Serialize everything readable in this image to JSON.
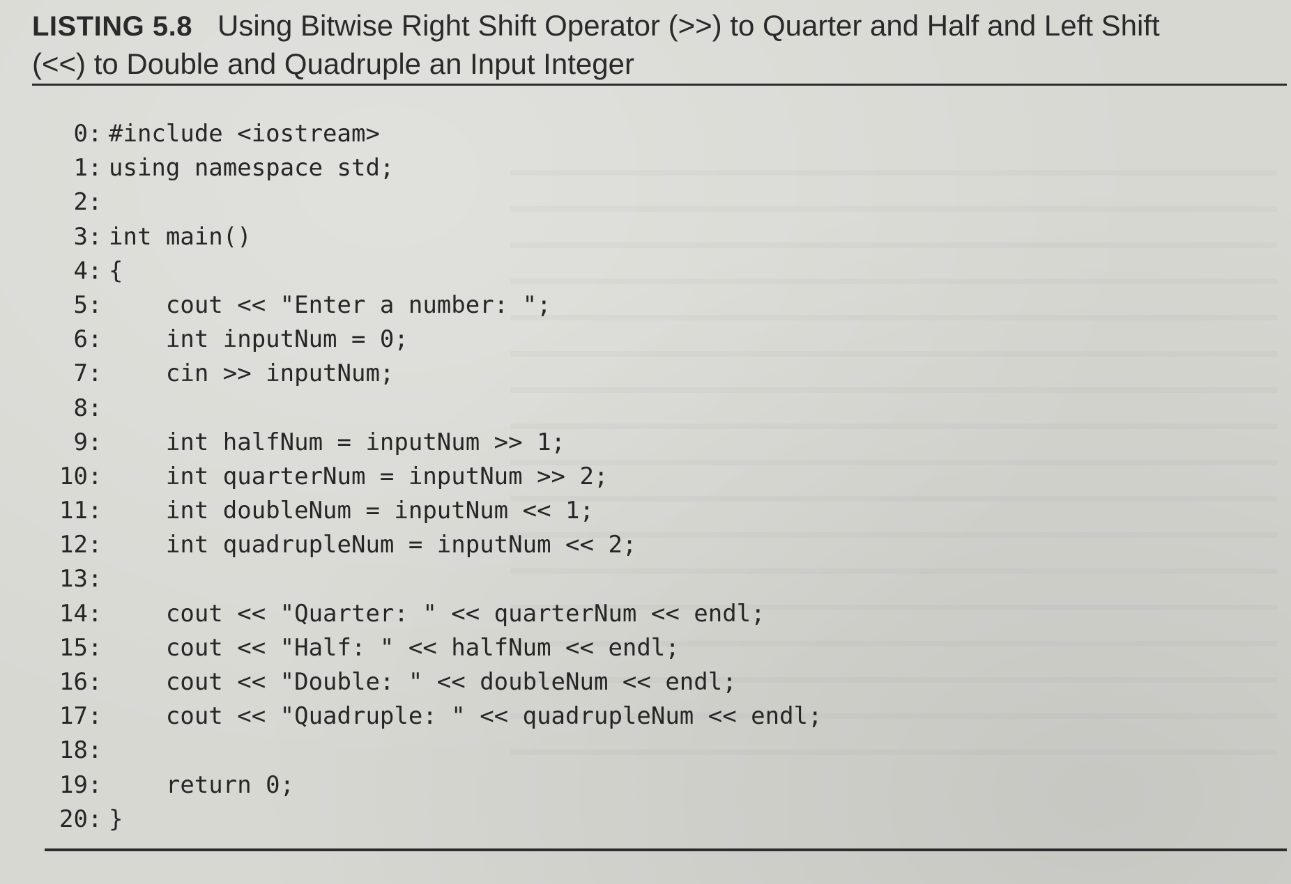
{
  "listing": {
    "label": "LISTING 5.8",
    "title_line1": "Using Bitwise Right Shift Operator (>>) to Quarter and Half and Left Shift",
    "title_line2": "(<<) to Double and Quadruple an Input Integer"
  },
  "code_lines": [
    {
      "num": "0",
      "text": "#include <iostream>"
    },
    {
      "num": "1",
      "text": "using namespace std;"
    },
    {
      "num": "2",
      "text": ""
    },
    {
      "num": "3",
      "text": "int main()"
    },
    {
      "num": "4",
      "text": "{"
    },
    {
      "num": "5",
      "text": "    cout << \"Enter a number: \";"
    },
    {
      "num": "6",
      "text": "    int inputNum = 0;"
    },
    {
      "num": "7",
      "text": "    cin >> inputNum;"
    },
    {
      "num": "8",
      "text": ""
    },
    {
      "num": "9",
      "text": "    int halfNum = inputNum >> 1;"
    },
    {
      "num": "10",
      "text": "    int quarterNum = inputNum >> 2;"
    },
    {
      "num": "11",
      "text": "    int doubleNum = inputNum << 1;"
    },
    {
      "num": "12",
      "text": "    int quadrupleNum = inputNum << 2;"
    },
    {
      "num": "13",
      "text": ""
    },
    {
      "num": "14",
      "text": "    cout << \"Quarter: \" << quarterNum << endl;"
    },
    {
      "num": "15",
      "text": "    cout << \"Half: \" << halfNum << endl;"
    },
    {
      "num": "16",
      "text": "    cout << \"Double: \" << doubleNum << endl;"
    },
    {
      "num": "17",
      "text": "    cout << \"Quadruple: \" << quadrupleNum << endl;"
    },
    {
      "num": "18",
      "text": ""
    },
    {
      "num": "19",
      "text": "    return 0;"
    },
    {
      "num": "20",
      "text": "}"
    }
  ]
}
